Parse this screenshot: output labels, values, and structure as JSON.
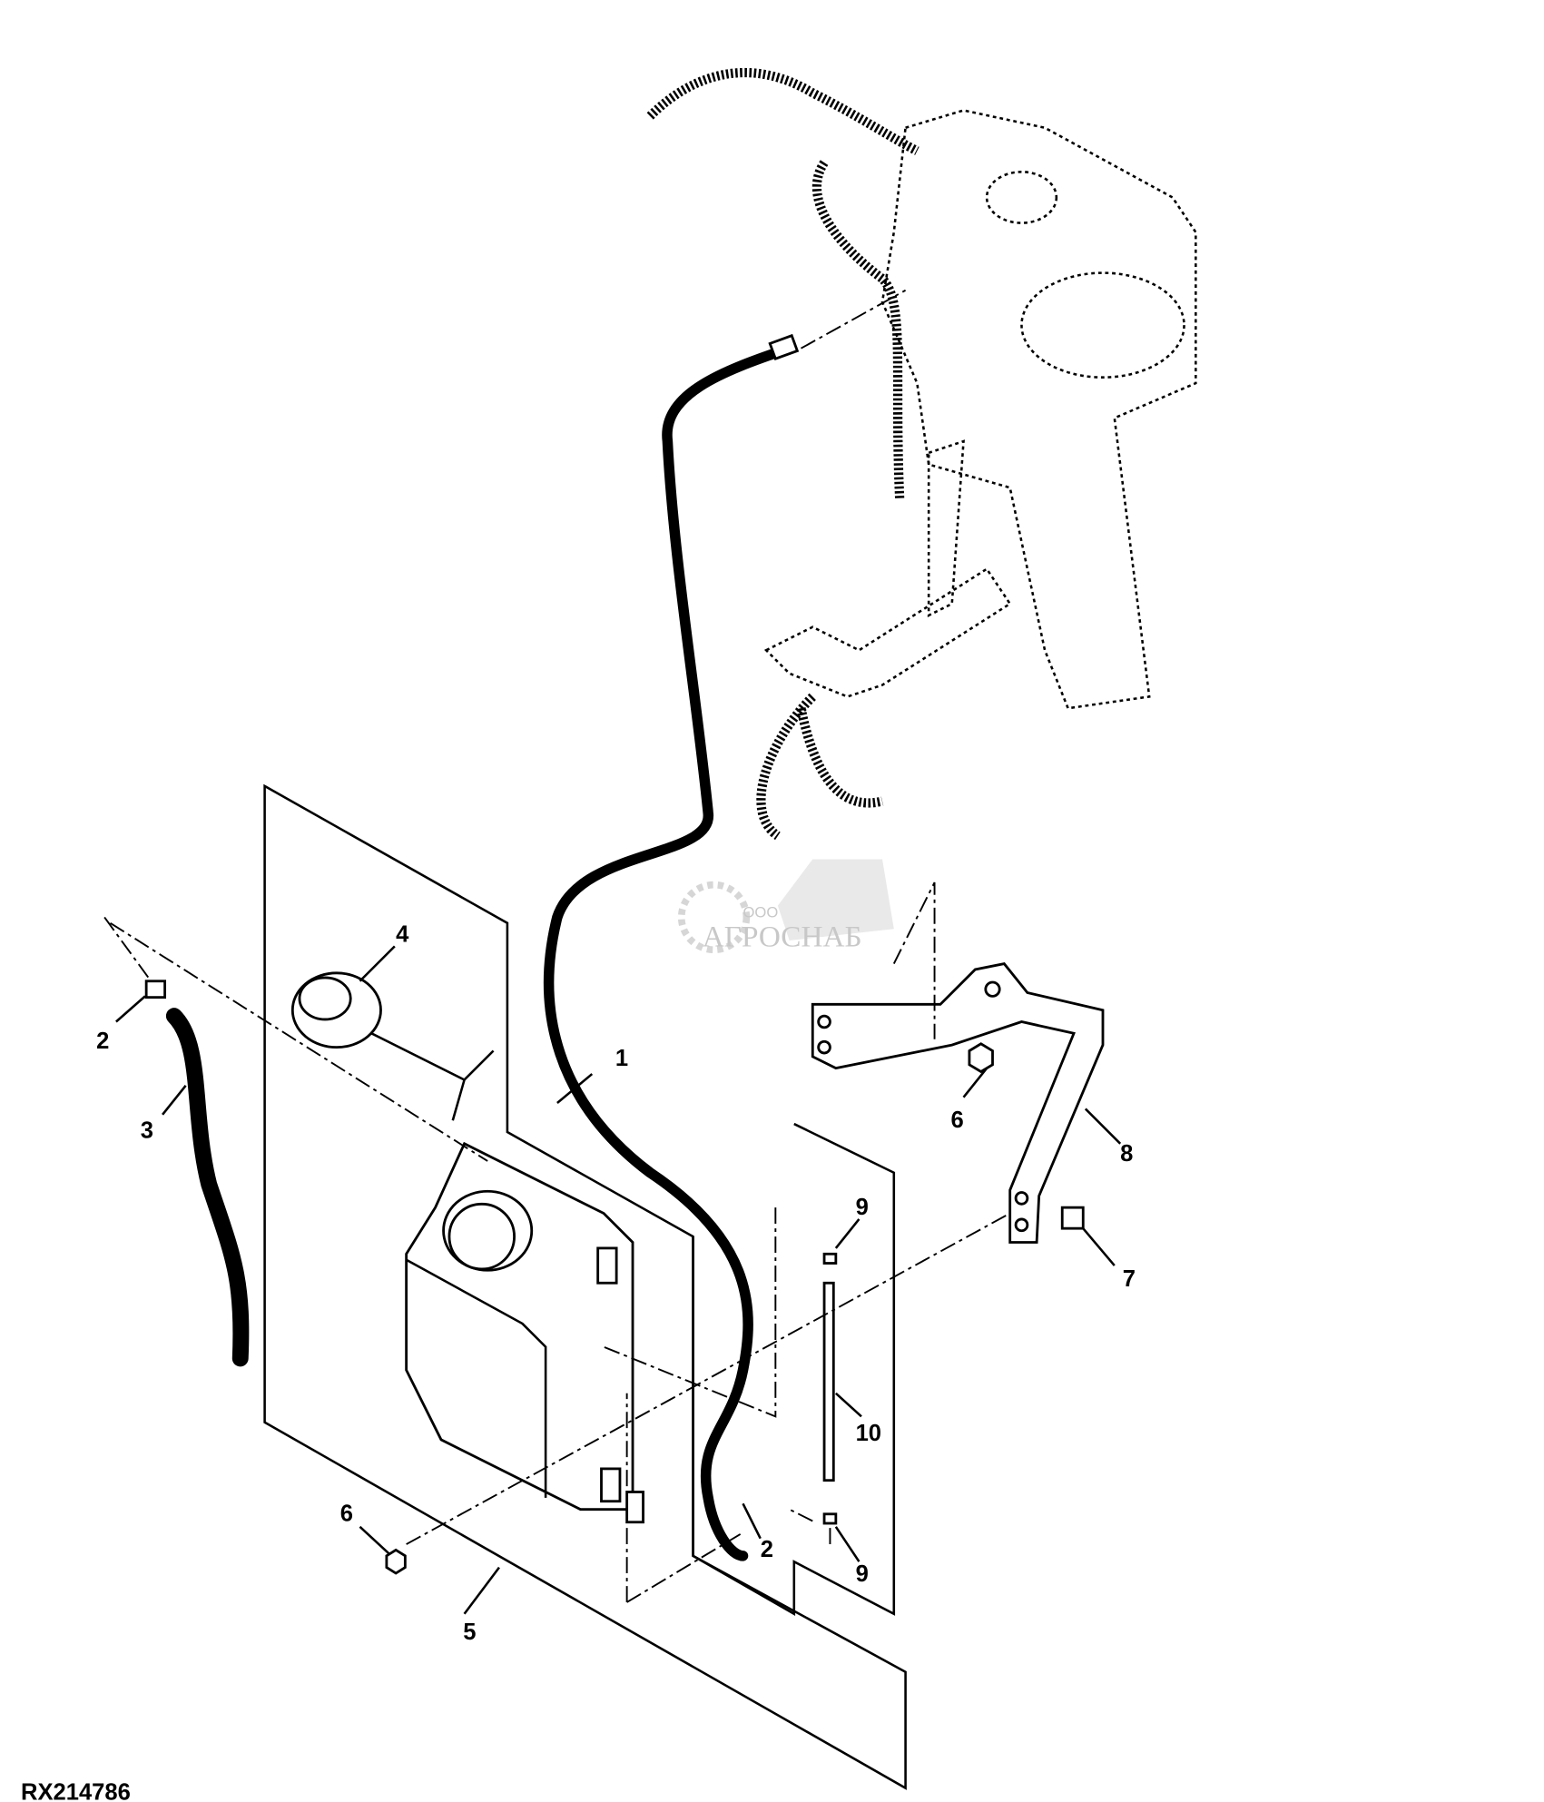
{
  "diagram": {
    "figure_code": "RX214786",
    "watermark": {
      "prefix": "ООО",
      "name": "АГРОСНАБ"
    },
    "callouts": [
      {
        "id": "c1",
        "text": "1"
      },
      {
        "id": "c2a",
        "text": "2"
      },
      {
        "id": "c3",
        "text": "3"
      },
      {
        "id": "c4",
        "text": "4"
      },
      {
        "id": "c5",
        "text": "5"
      },
      {
        "id": "c6a",
        "text": "6"
      },
      {
        "id": "c6b",
        "text": "6"
      },
      {
        "id": "c7",
        "text": "7"
      },
      {
        "id": "c8",
        "text": "8"
      },
      {
        "id": "c9a",
        "text": "9"
      },
      {
        "id": "c9b",
        "text": "9"
      },
      {
        "id": "c10",
        "text": "10"
      },
      {
        "id": "c2b",
        "text": "2"
      }
    ]
  }
}
